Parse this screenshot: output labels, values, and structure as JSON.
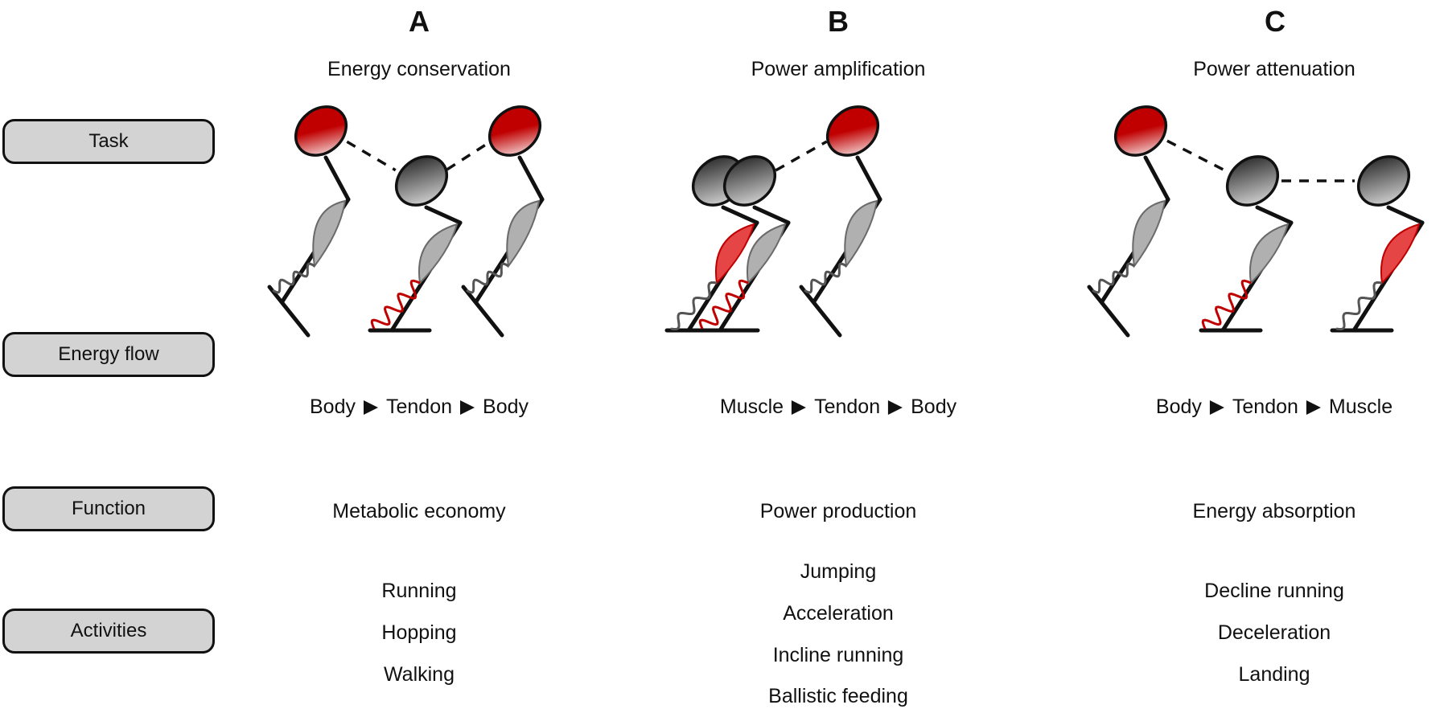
{
  "row_labels": {
    "task": "Task",
    "energy_flow": "Energy flow",
    "function": "Function",
    "activities": "Activities"
  },
  "colors": {
    "active": "#c00000",
    "active_muscle": "#e64545",
    "inactive": "#555555",
    "inactive_muscle": "#b0b0b0",
    "box_fill": "#d3d3d3"
  },
  "panels": [
    {
      "letter": "A",
      "task": "Energy conservation",
      "flow": [
        "Body",
        "Tendon",
        "Body"
      ],
      "function": "Metabolic economy",
      "activities": [
        "Running",
        "Hopping",
        "Walking"
      ],
      "figures": [
        {
          "pose": "upright",
          "head": "active",
          "muscle": "inactive",
          "tendon": "inactive"
        },
        {
          "pose": "crouched",
          "head": "inactive",
          "muscle": "inactive",
          "tendon": "active"
        },
        {
          "pose": "upright",
          "head": "active",
          "muscle": "inactive",
          "tendon": "inactive"
        }
      ]
    },
    {
      "letter": "B",
      "task": "Power amplification",
      "flow": [
        "Muscle",
        "Tendon",
        "Body"
      ],
      "function": "Power production",
      "activities": [
        "Jumping",
        "Acceleration",
        "Incline running",
        "Ballistic feeding"
      ],
      "figures": [
        {
          "pose": "crouched",
          "head": "inactive",
          "muscle": "active",
          "tendon": "inactive"
        },
        {
          "pose": "crouched",
          "head": "inactive",
          "muscle": "inactive",
          "tendon": "active"
        },
        {
          "pose": "upright",
          "head": "active",
          "muscle": "inactive",
          "tendon": "inactive"
        }
      ]
    },
    {
      "letter": "C",
      "task": "Power attenuation",
      "flow": [
        "Body",
        "Tendon",
        "Muscle"
      ],
      "function": "Energy absorption",
      "activities": [
        "Decline running",
        "Deceleration",
        "Landing"
      ],
      "figures": [
        {
          "pose": "upright",
          "head": "active",
          "muscle": "inactive",
          "tendon": "inactive"
        },
        {
          "pose": "crouched",
          "head": "inactive",
          "muscle": "inactive",
          "tendon": "active"
        },
        {
          "pose": "crouched",
          "head": "inactive",
          "muscle": "active",
          "tendon": "inactive"
        }
      ]
    }
  ]
}
